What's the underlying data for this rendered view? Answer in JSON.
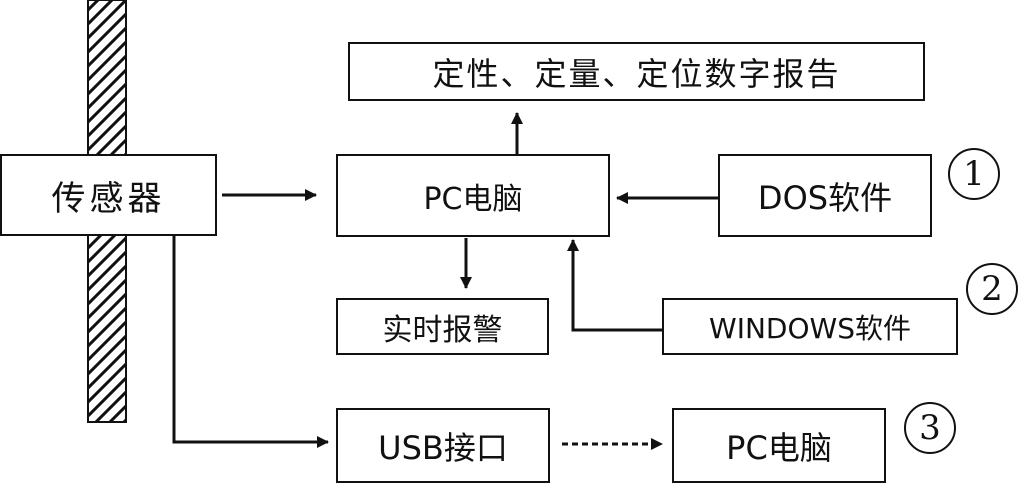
{
  "nodes": {
    "report": "定性、定量、定位数字报告",
    "sensor": "传感器",
    "pc_main": "PC电脑",
    "dos": "DOS软件",
    "alarm": "实时报警",
    "windows": "WINDOWS软件",
    "usb": "USB接口",
    "pc_usb": "PC电脑"
  },
  "markers": {
    "one": "1",
    "two": "2",
    "three": "3"
  },
  "colors": {
    "line": "#111111",
    "hatch": "#111111",
    "background": "#ffffff"
  }
}
